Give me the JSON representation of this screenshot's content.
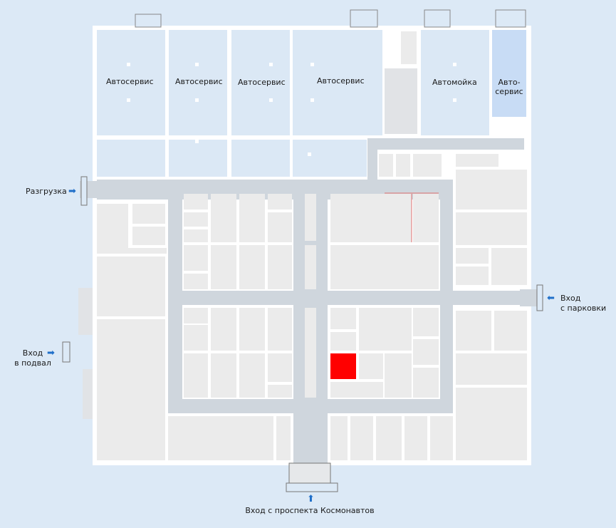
{
  "map": {
    "bays": [
      {
        "label": "Автосервис"
      },
      {
        "label": "Автосервис"
      },
      {
        "label": "Автосервис"
      },
      {
        "label": "Автосервис"
      },
      {
        "label": "Автомойка"
      },
      {
        "label_line1": "Авто-",
        "label_line2": "сервис"
      }
    ],
    "entrances": {
      "unloading": "Разгрузка",
      "parking_line1": "Вход",
      "parking_line2": "с парковки",
      "basement_line1": "Вход",
      "basement_line2": "в подвал",
      "main": "Вход с проспекта Космонавтов"
    },
    "colors": {
      "background": "#dce9f6",
      "wall": "#ffffff",
      "corridor": "#cfd6dd",
      "room": "#ebebeb",
      "bay_fill": "#dbe8f5",
      "bay_highlight": "#c8dcf5",
      "selected_room": "#ff0000",
      "arrow": "#1f6fc9"
    },
    "icons": {
      "entrance_arrow": "arrow-right-icon",
      "main_entrance_arrow": "arrow-up-icon"
    }
  }
}
